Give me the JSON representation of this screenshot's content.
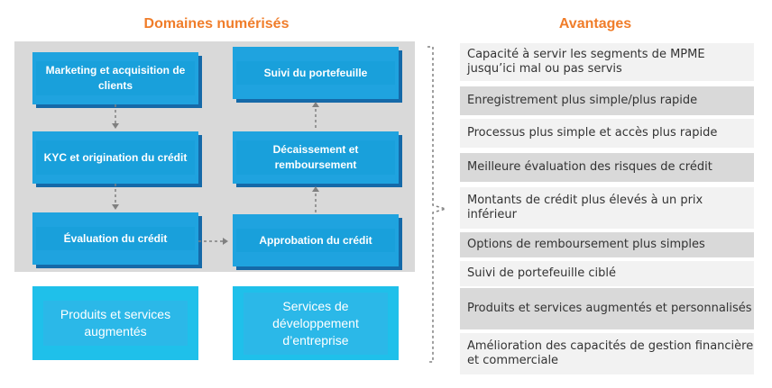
{
  "titles": {
    "left": "Domaines numérisés",
    "right": "Avantages"
  },
  "process": {
    "marketing": "Marketing et acquisition de clients",
    "kyc": "KYC et origination du crédit",
    "evaluation": "Évaluation du crédit",
    "suivi": "Suivi du portefeuille",
    "decaissement": "Décaissement et remboursement",
    "approbation": "Approbation du crédit"
  },
  "services": {
    "produits": "Produits et services augmentés",
    "developpement": "Services de développement d’entreprise"
  },
  "avantages": [
    "Capacité à servir les segments de MPME jusqu’ici mal ou pas servis",
    "Enregistrement plus simple/plus rapide",
    "Processus plus simple et accès plus rapide",
    "Meilleure évaluation des risques de crédit",
    "Montants de crédit plus élevés à un prix inférieur",
    "Options de remboursement plus simples",
    "Suivi de portefeuille ciblé",
    "Produits et services augmentés et personnalisés",
    "Amélioration des capacités de gestion financière et commerciale"
  ],
  "colors": {
    "title": "#F07D2A",
    "box": "#19A0DB",
    "box_shadow": "#1569A8",
    "service": "#1FC0EA",
    "panel": "#D9D9D9"
  }
}
